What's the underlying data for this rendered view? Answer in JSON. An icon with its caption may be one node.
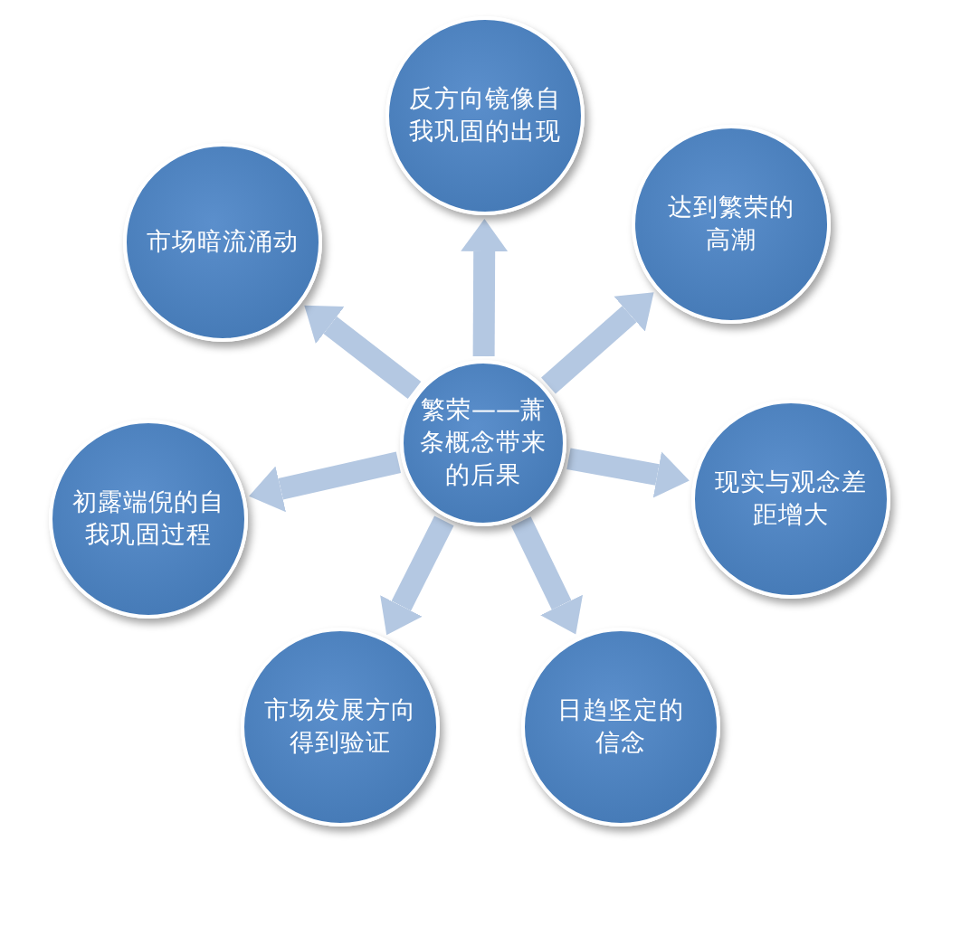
{
  "diagram": {
    "nodes": [
      {
        "text": [
          "繁荣——萧条概念带来的后果"
        ]
      },
      {
        "text": [
          "反方向镜像自我巩固的出现"
        ]
      },
      {
        "text": [
          "达到繁荣的高潮"
        ]
      },
      {
        "text": [
          "现实与观念差距增大"
        ]
      },
      {
        "text": [
          "日趋坚定的信念"
        ]
      },
      {
        "text": [
          "市场发展方向得到验证"
        ]
      },
      {
        "text": [
          "初露端倪的自我巩固过程"
        ]
      },
      {
        "text": [
          "市场暗流涌动"
        ]
      }
    ],
    "edges": [
      {
        "from": 0,
        "to": 1,
        "arrow": "to"
      },
      {
        "from": 0,
        "to": 2,
        "arrow": "to"
      },
      {
        "from": 0,
        "to": 3,
        "arrow": "to"
      },
      {
        "from": 0,
        "to": 4,
        "arrow": "to"
      },
      {
        "from": 0,
        "to": 5,
        "arrow": "to"
      },
      {
        "from": 0,
        "to": 6,
        "arrow": "to"
      },
      {
        "from": 0,
        "to": 7,
        "arrow": "to"
      }
    ]
  }
}
